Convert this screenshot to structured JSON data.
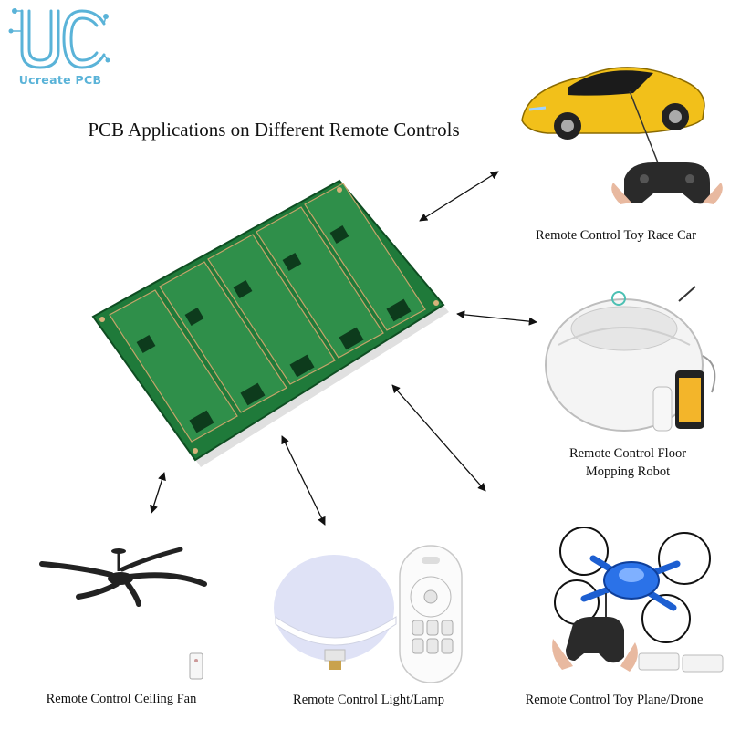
{
  "logo": {
    "monogram": "UC",
    "brand_name": "Ucreate PCB",
    "color": "#5ab3d8"
  },
  "title": "PCB Applications on Different Remote Controls",
  "center_image": {
    "icon": "pcb-panel-icon",
    "board_color": "#1f7a3a"
  },
  "applications": [
    {
      "id": "race-car",
      "label": "Remote Control Toy Race Car",
      "icon": "toy-race-car-icon"
    },
    {
      "id": "floor-robot",
      "label_line1": "Remote Control Floor",
      "label_line2": "Mopping Robot",
      "icon": "mopping-robot-icon"
    },
    {
      "id": "ceiling-fan",
      "label": "Remote Control Ceiling Fan",
      "icon": "ceiling-fan-icon"
    },
    {
      "id": "light-lamp",
      "label": "Remote Control Light/Lamp",
      "icon": "lamp-icon"
    },
    {
      "id": "drone",
      "label": "Remote Control Toy Plane/Drone",
      "icon": "drone-icon"
    }
  ]
}
